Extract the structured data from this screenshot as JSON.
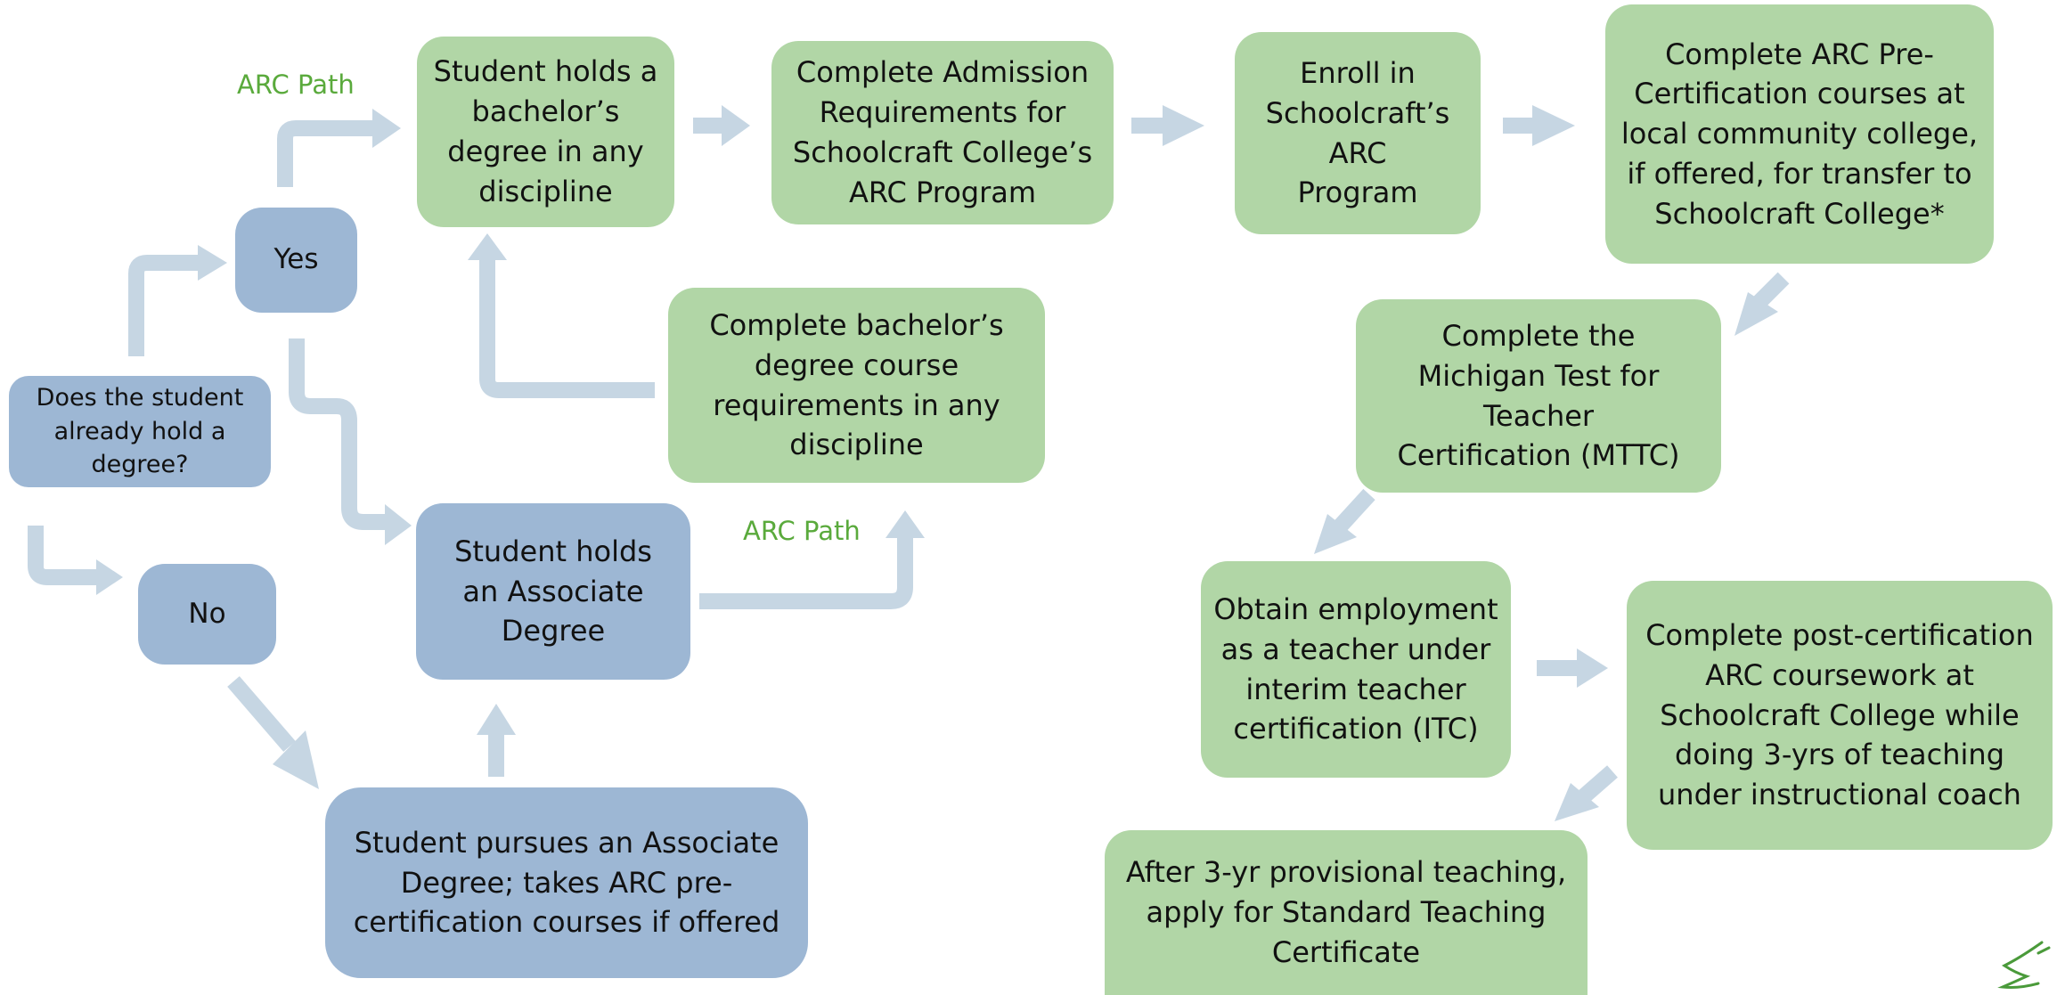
{
  "colors": {
    "process_box": "#b1d6a6",
    "decision_box": "#9db7d4",
    "arrow": "#c6d6e3",
    "path_label": "#5aaa3c"
  },
  "nodes": {
    "question": "Does the student\nalready hold a\ndegree?",
    "yes": "Yes",
    "no": "No",
    "holds_bachelor": "Student holds a\nbachelor’s\ndegree in any\ndiscipline",
    "admission": "Complete Admission\nRequirements for\nSchoolcraft College’s\nARC Program",
    "enroll": "Enroll in\nSchoolcraft’s\nARC\nProgram",
    "pre_cert": "Complete ARC Pre-\nCertification courses at\nlocal community college,\nif offered, for transfer to\nSchoolcraft College*",
    "bachelor_req": "Complete bachelor’s\ndegree course\nrequirements in any\ndiscipline",
    "mttc": "Complete the\nMichigan Test for\nTeacher\nCertification (MTTC)",
    "holds_associate": "Student holds\nan Associate\nDegree",
    "employment": "Obtain employment\nas a teacher under\ninterim teacher\ncertification (ITC)",
    "post_cert": "Complete post-certification\nARC coursework at\nSchoolcraft College while\ndoing 3-yrs of teaching\nunder instructional coach",
    "pursue_associate": "Student pursues an Associate\nDegree; takes ARC pre-\ncertification courses if offered",
    "standard_cert": "After 3-yr provisional teaching,\napply for Standard Teaching\nCertificate"
  },
  "labels": {
    "arc_path_top": "ARC Path",
    "arc_path_mid": "ARC Path"
  }
}
